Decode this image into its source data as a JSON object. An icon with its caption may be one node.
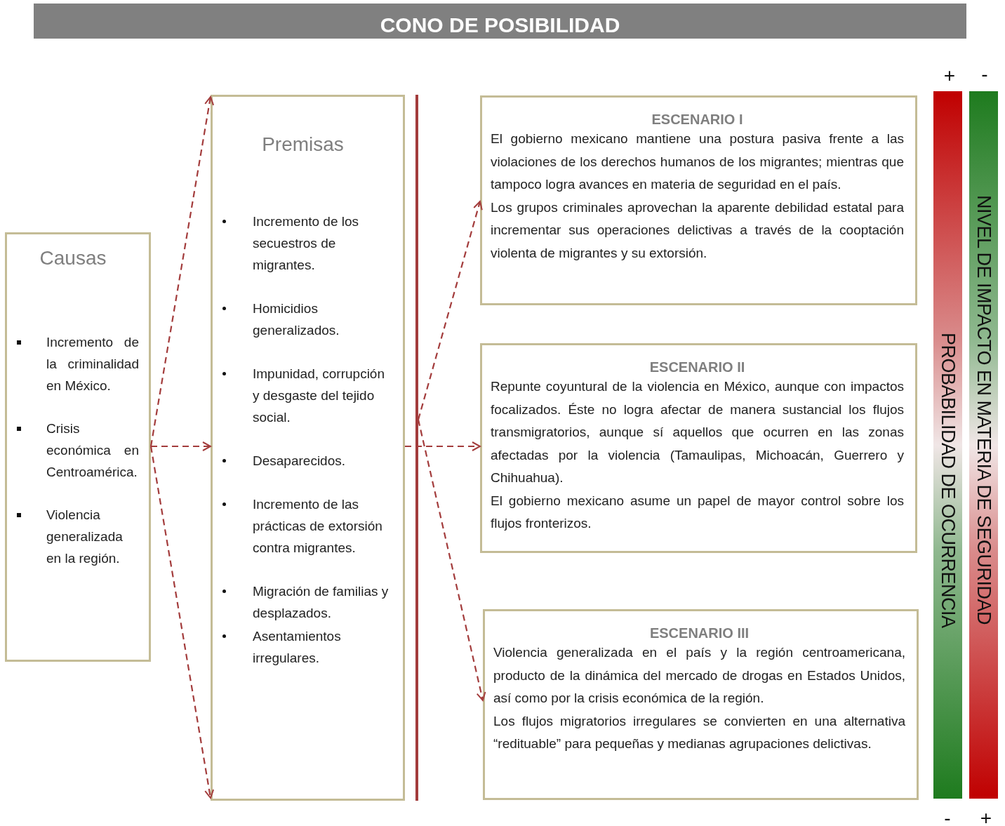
{
  "diagram": {
    "title": "CONO DE POSIBILIDAD",
    "nodes": [
      {
        "text": [
          "Causas",
          "Incremento de la criminalidad en México.",
          "Crisis económica en Centroamérica.",
          "Violencia generalizada en la región."
        ]
      },
      {
        "text": [
          "Premisas",
          "Incremento de los secuestros de migrantes.",
          "Homicidios generalizados.",
          "Impunidad, corrupción y desgaste del tejido social.",
          "Desaparecidos.",
          "Incremento de las prácticas de extorsión contra migrantes.",
          "Migración de familias y desplazados.",
          "Asentamientos irregulares."
        ]
      },
      {
        "text": [],
        "shape": "bar"
      },
      {
        "text": [
          "ESCENARIO I",
          "El gobierno mexicano mantiene una postura pasiva frente a las violaciones de los derechos humanos de los migrantes; mientras que tampoco logra avances en materia de seguridad en el país.",
          "Los grupos criminales aprovechan la aparente debilidad estatal para incrementar sus operaciones delictivas a través de la cooptación violenta de migrantes y su extorsión."
        ]
      },
      {
        "text": [
          "ESCENARIO II",
          "Repunte coyuntural de la violencia en México, aunque con impactos focalizados. Éste no logra afectar de manera sustancial los flujos transmigratorios, aunque sí aquellos que ocurren en las zonas afectadas por la violencia (Tamaulipas, Michoacán, Guerrero y Chihuahua).",
          "El gobierno mexicano asume un papel de mayor control sobre los flujos fronterizos."
        ]
      },
      {
        "text": [
          "ESCENARIO III",
          "Violencia generalizada en el país y la región centroamericana, producto de la dinámica del mercado de drogas en Estados Unidos, así como por la crisis económica de la región.",
          "Los flujos migratorios irregulares se convierten en una alternativa “redituable” para pequeñas y medianas agrupaciones delictivas."
        ]
      },
      {
        "text": [
          "PROBABILIDAD DE OCURRENCIA"
        ]
      },
      {
        "text": [
          "NIVEL DE IMPACTO EN MATERIA DE SEGURIDAD"
        ]
      }
    ],
    "edges": [
      {
        "from": 0,
        "to": 1,
        "arrow": "to",
        "style": "dashed"
      },
      {
        "from": 0,
        "to": 1,
        "arrow": "to",
        "style": "dashed"
      },
      {
        "from": 0,
        "to": 1,
        "arrow": "to",
        "style": "dashed"
      },
      {
        "from": 2,
        "to": 3,
        "arrow": "to",
        "style": "dashed"
      },
      {
        "from": 1,
        "to": 4,
        "arrow": "to",
        "style": "dashed"
      },
      {
        "from": 2,
        "to": 5,
        "arrow": "to",
        "style": "dashed"
      }
    ],
    "labels": [
      "+",
      "-",
      "-",
      "+"
    ]
  }
}
